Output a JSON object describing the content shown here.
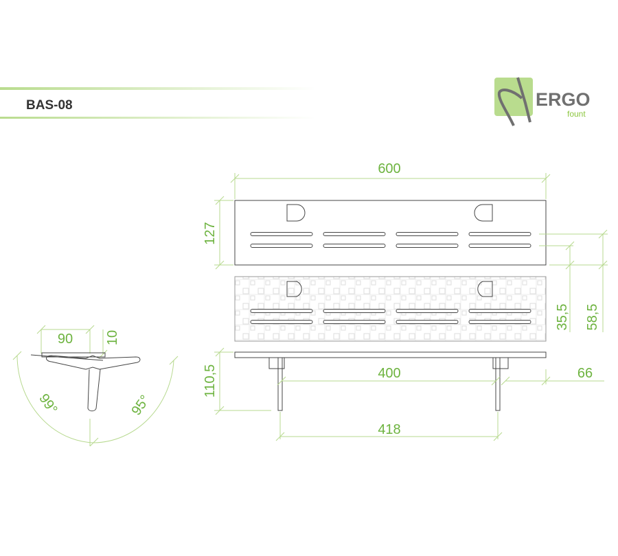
{
  "header": {
    "model": "BAS-08"
  },
  "logo": {
    "brand": "ERGO",
    "sub": "fount",
    "colors": {
      "green": "#b9dc8e",
      "gray": "#707070",
      "sub": "#8cc63f"
    }
  },
  "dimensions": {
    "width": "600",
    "depth": "127",
    "slot_offset_a": "35,5",
    "slot_offset_b": "58,5",
    "bracket_inner": "400",
    "overhang": "66",
    "bracket_outer": "418",
    "height": "110,5",
    "bracket_arm": "90",
    "bracket_thickness": "10",
    "angle_left": "99°",
    "angle_right": "95°"
  },
  "colors": {
    "dimension": "#6db33f",
    "dimension_line": "#b7d98f",
    "outline": "#444444"
  }
}
